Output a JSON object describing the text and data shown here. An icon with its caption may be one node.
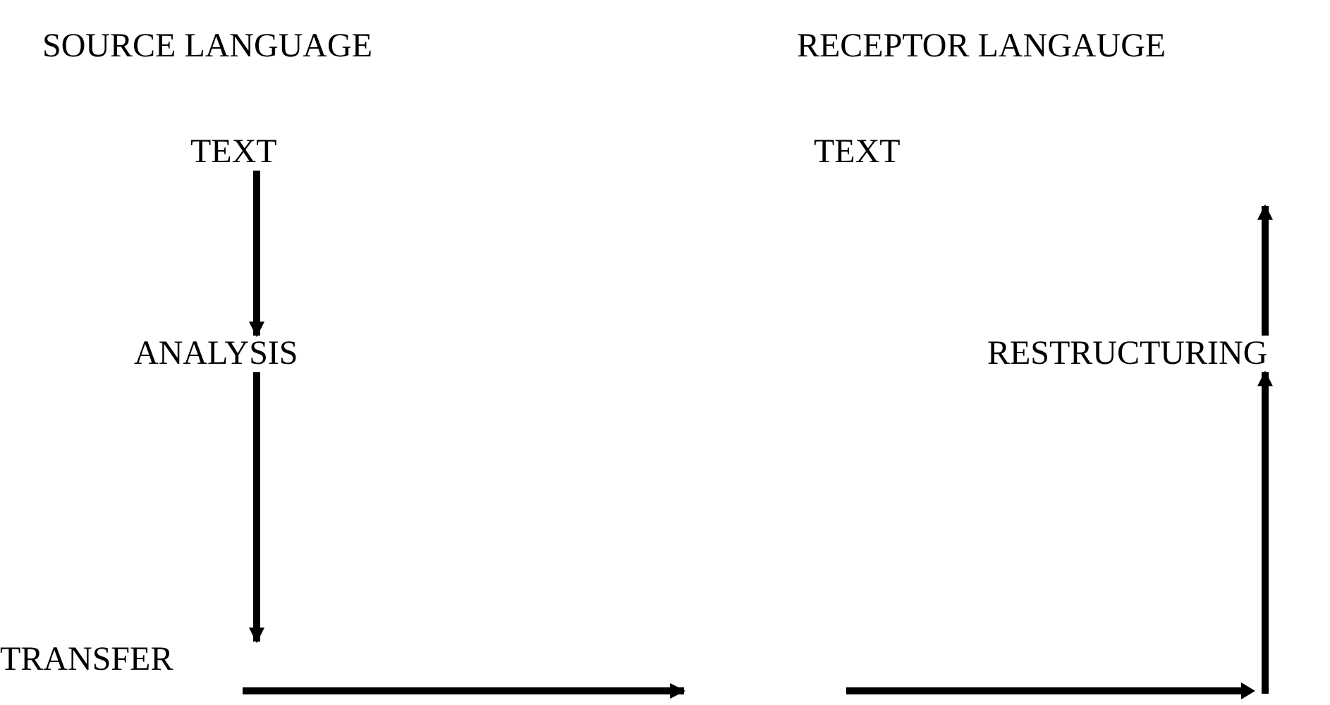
{
  "diagram": {
    "nodes": [
      {
        "text": [
          "TEXT"
        ]
      },
      {
        "text": [
          "ANALYSIS"
        ]
      },
      {
        "text": [
          "TRANSFER"
        ]
      },
      {
        "text": [
          "RESTRUCTURING"
        ]
      },
      {
        "text": [
          "TEXT"
        ]
      }
    ],
    "edges": [
      {
        "from": 0,
        "to": 1,
        "arrow": "to"
      },
      {
        "from": 1,
        "to": 2,
        "arrow": "to"
      },
      {
        "from": 2,
        "to": null,
        "arrow": "to"
      },
      {
        "from": null,
        "to": 3,
        "arrow": "to"
      },
      {
        "from": 3,
        "to": null,
        "arrow": "to"
      }
    ],
    "labels": [
      "SOURCE LANGUAGE",
      "RECEPTOR LANGAUGE"
    ]
  }
}
